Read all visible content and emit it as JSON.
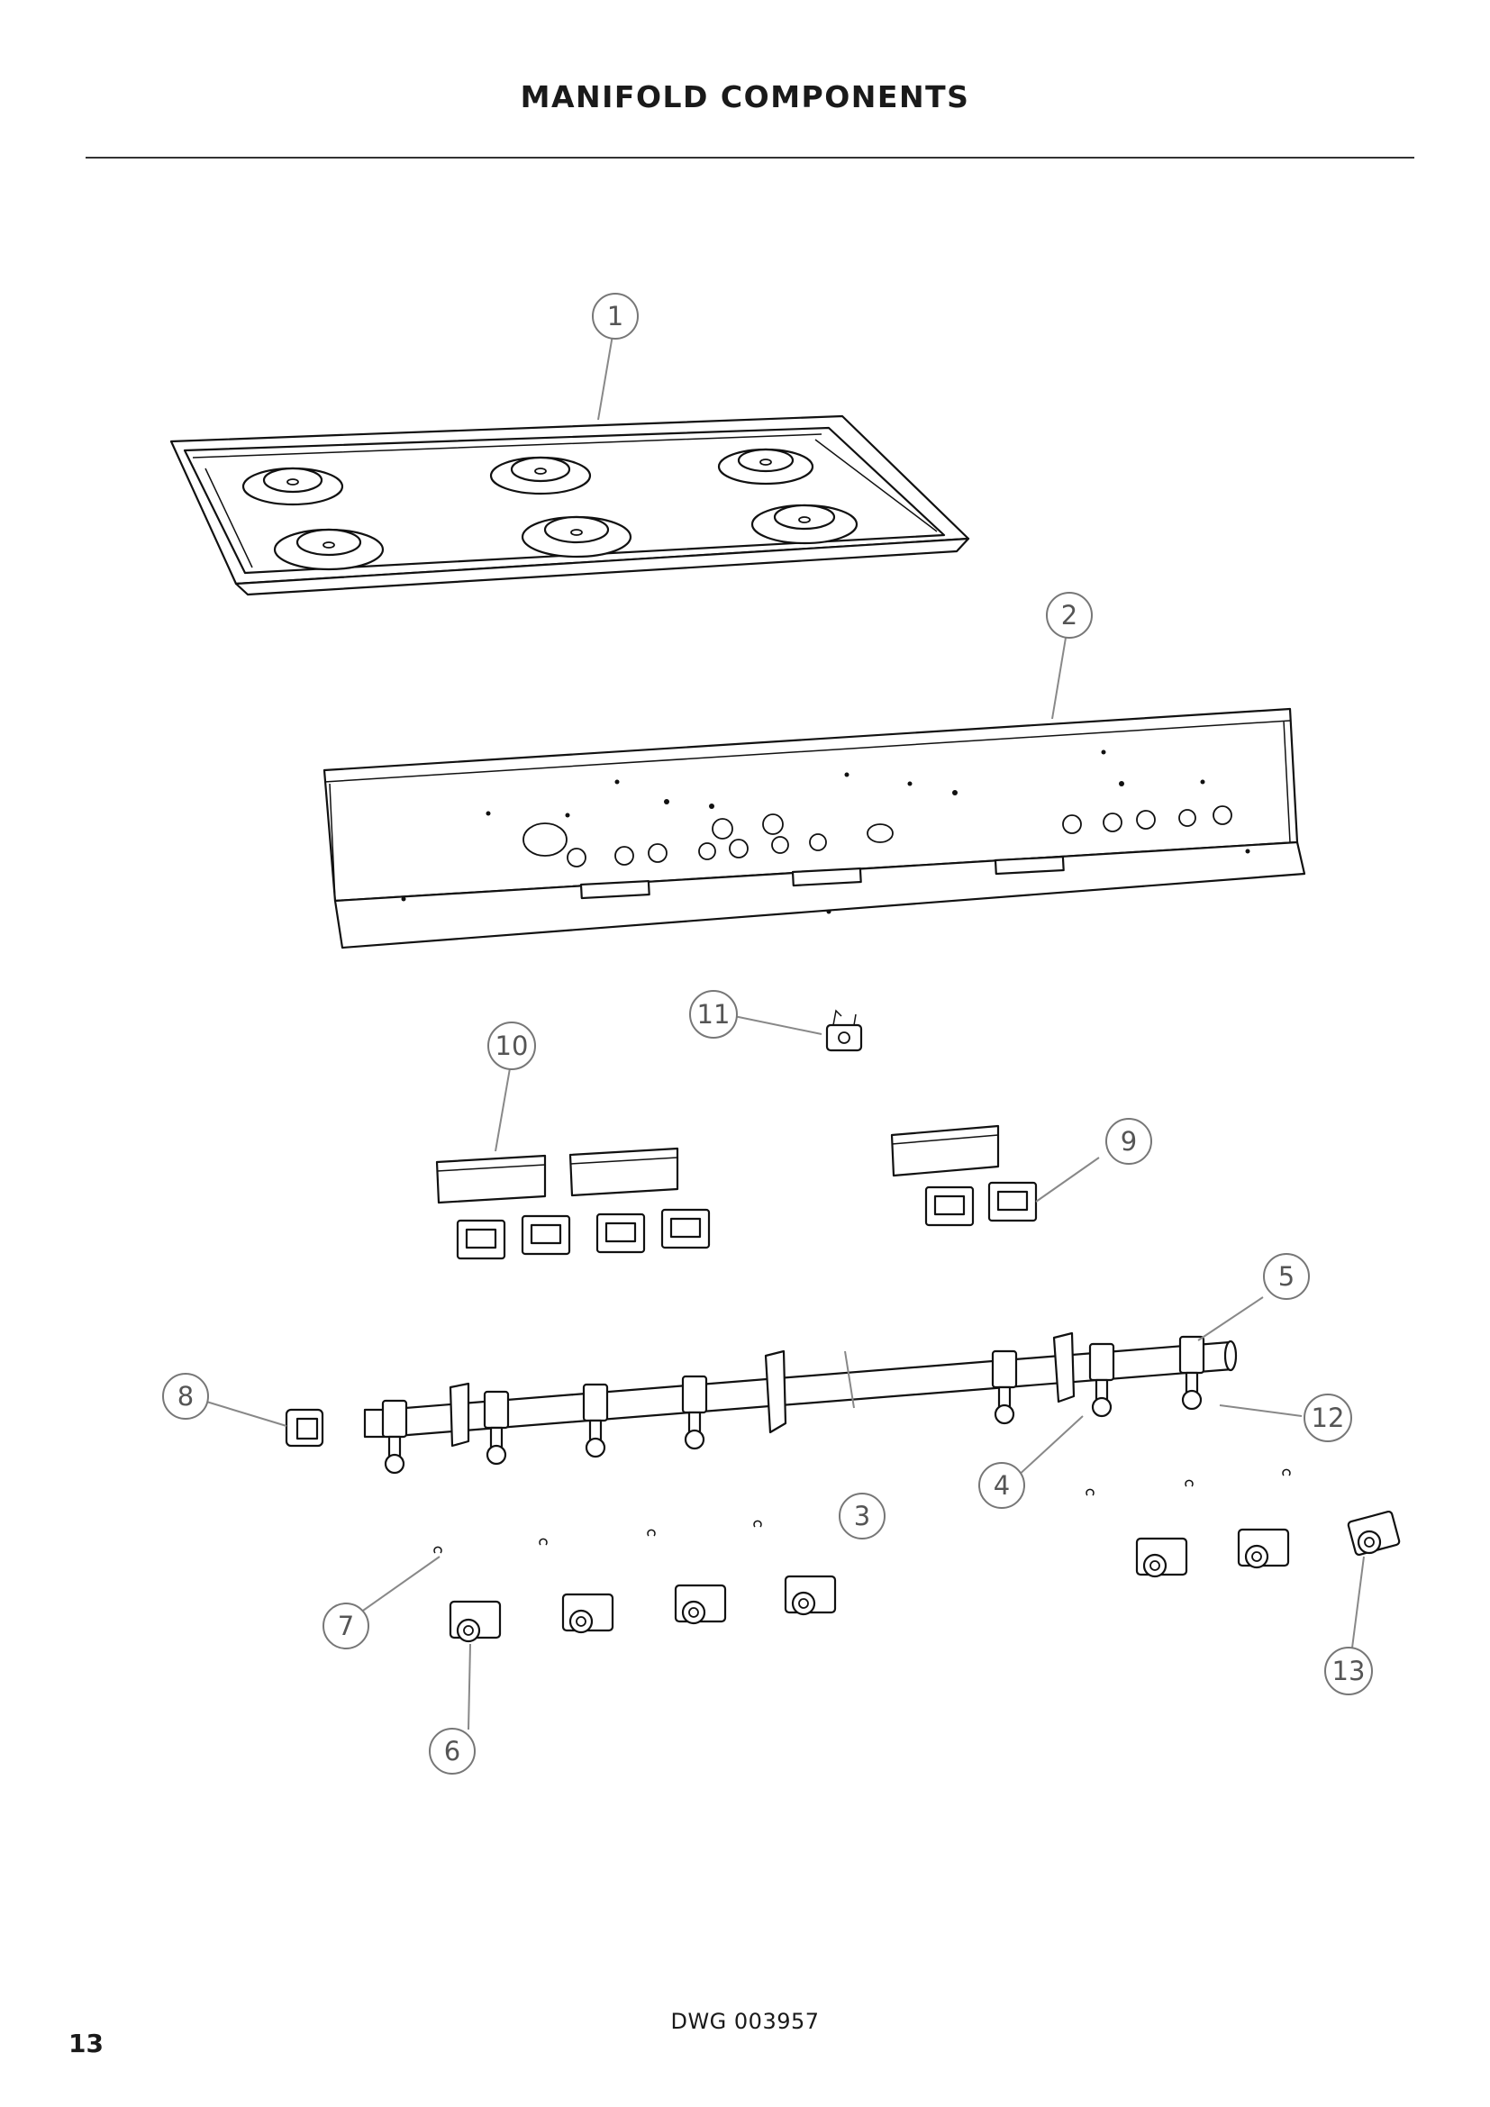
{
  "page": {
    "title": "MANIFOLD COMPONENTS",
    "drawing_number": "DWG 003957",
    "page_number": "13"
  },
  "callouts": [
    {
      "id": "1",
      "label": "1"
    },
    {
      "id": "2",
      "label": "2"
    },
    {
      "id": "3",
      "label": "3"
    },
    {
      "id": "4",
      "label": "4"
    },
    {
      "id": "5",
      "label": "5"
    },
    {
      "id": "6",
      "label": "6"
    },
    {
      "id": "7",
      "label": "7"
    },
    {
      "id": "8",
      "label": "8"
    },
    {
      "id": "9",
      "label": "9"
    },
    {
      "id": "10",
      "label": "10"
    },
    {
      "id": "11",
      "label": "11"
    },
    {
      "id": "12",
      "label": "12"
    },
    {
      "id": "13",
      "label": "13"
    }
  ],
  "colors": {
    "line": "#111111",
    "callout": "#777777"
  }
}
